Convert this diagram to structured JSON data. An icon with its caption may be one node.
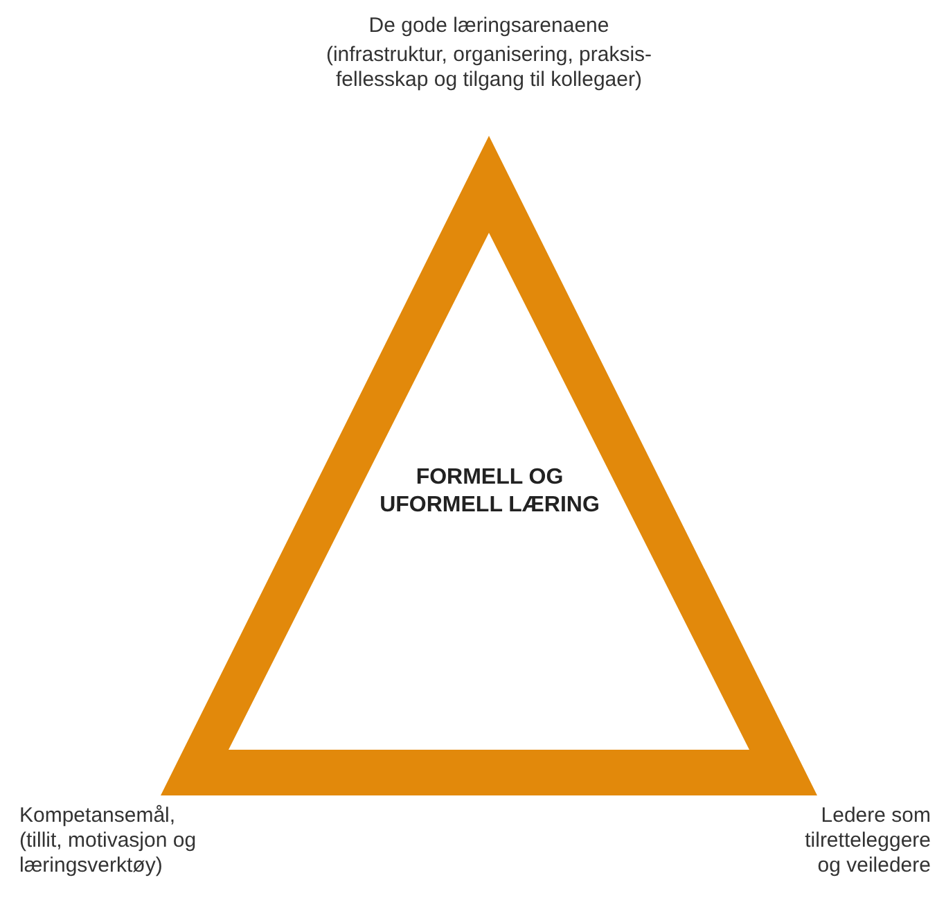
{
  "diagram": {
    "nodes": [
      {
        "text": [
          "FORMELL OG UFORMELL LÆRING"
        ]
      }
    ],
    "edges": [],
    "labels": [
      "De gode læringsarenaene",
      "(infrastruktur, organisering, praksis-fellesskap og tilgang til kollegaer)",
      "Kompetansemål, (tillit, motivasjon og læringsverktøy)",
      "Ledere som tilretteleggere og veiledere"
    ]
  }
}
